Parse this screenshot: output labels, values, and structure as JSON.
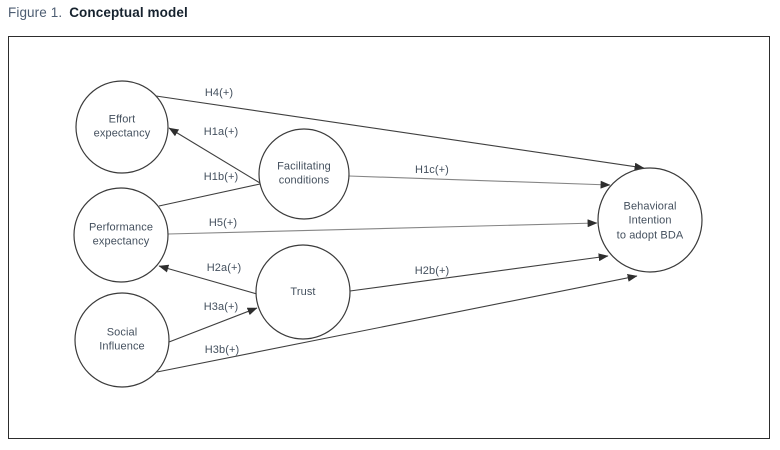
{
  "figure": {
    "label": "Figure 1.",
    "title": "Conceptual model"
  },
  "nodes": {
    "effort": {
      "label": "Effort\nexpectancy"
    },
    "performance": {
      "label": "Performance\nexpectancy"
    },
    "social": {
      "label": "Social\nInfluence"
    },
    "facilitating": {
      "label": "Facilitating\nconditions"
    },
    "trust": {
      "label": "Trust"
    },
    "behavioral": {
      "label": "Behavioral\nIntention\nto adopt BDA"
    }
  },
  "edges": {
    "h4": {
      "label": "H4(+)",
      "from": "effort",
      "to": "behavioral",
      "arrow": true
    },
    "h1a": {
      "label": "H1a(+)",
      "from": "facilitating",
      "to": "effort",
      "arrow": true
    },
    "h1b": {
      "label": "H1b(+)",
      "from": "facilitating",
      "to": "performance",
      "arrow": false
    },
    "h1c": {
      "label": "H1c(+)",
      "from": "facilitating",
      "to": "behavioral",
      "arrow": true
    },
    "h5": {
      "label": "H5(+)",
      "from": "performance",
      "to": "behavioral",
      "arrow": true
    },
    "h2a": {
      "label": "H2a(+)",
      "from": "trust",
      "to": "performance",
      "arrow": true
    },
    "h2b": {
      "label": "H2b(+)",
      "from": "trust",
      "to": "behavioral",
      "arrow": true
    },
    "h3a": {
      "label": "H3a(+)",
      "from": "social",
      "to": "trust",
      "arrow": true
    },
    "h3b": {
      "label": "H3b(+)",
      "from": "social",
      "to": "behavioral",
      "arrow": true
    }
  },
  "colors": {
    "line": "#3f3f3f",
    "line_light": "#858585",
    "node_stroke": "#3b3b3b",
    "node_fill": "#ffffff",
    "diagram_text": "#44505e",
    "title_label": "#4d5d72",
    "title_name": "#16222e",
    "frame_border": "#2d2d2d"
  }
}
